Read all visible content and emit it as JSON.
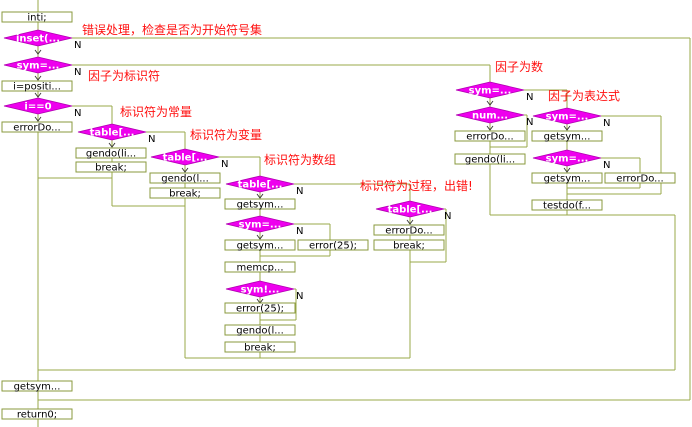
{
  "nodes": {
    "inti": "inti;",
    "inset": "inset(...",
    "sym1": "sym=...",
    "positi": "i=positi...",
    "ieq0": "i==0",
    "errdo1": "errorDo...",
    "table1": "table[...",
    "gendo1": "gendo(li...",
    "break1": "break;",
    "table2": "table[...",
    "gendo2": "gendo(l...",
    "break2": "break;",
    "table3": "table[...",
    "getsym3": "getsym...",
    "sym3": "sym=...",
    "getsym3b": "getsym...",
    "error25a": "error(25);",
    "memcp": "memcp...",
    "symnot": "sym!...",
    "error25b": "error(25);",
    "gendo3": "gendo(l...",
    "break3": "break;",
    "table4": "table[...",
    "errdo4": "errorDo...",
    "break4": "break;",
    "sym5": "sym=...",
    "num5": "num...",
    "errdo5": "errorDo...",
    "gendo5": "gendo(li...",
    "sym6": "sym=...",
    "getsym6": "getsym...",
    "sym7": "sym=...",
    "getsym7": "getsym...",
    "errdo7": "errorDo...",
    "testdo": "testdo(f...",
    "getsymEnd": "getsym...",
    "return0": "return0;"
  },
  "branch_label": "N",
  "annotations": {
    "error_check": "错误处理，检查是否为开始符号集",
    "factor_ident": "因子为标识符",
    "factor_number": "因子为数",
    "factor_expr": "因子为表达式",
    "ident_const": "标识符为常量",
    "ident_var": "标识符为变量",
    "ident_array": "标识符为数组",
    "ident_proc": "标识符为过程，出错!"
  }
}
